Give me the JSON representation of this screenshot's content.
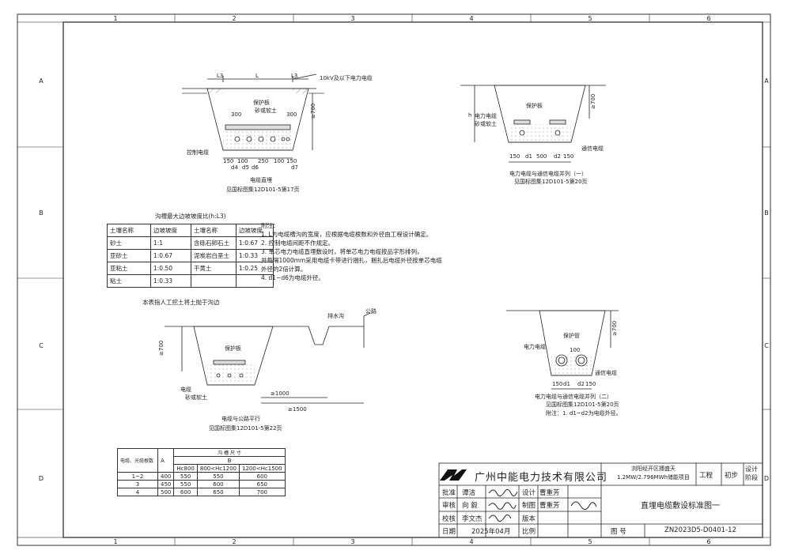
{
  "border": {
    "cols": [
      "1",
      "2",
      "3",
      "4",
      "5",
      "6"
    ],
    "rows": [
      "A",
      "B",
      "C",
      "D"
    ]
  },
  "fig1": {
    "label_top": "10kV及以下电力电缆",
    "dims_top": [
      "L3",
      "L",
      "L3"
    ],
    "labels": [
      "保护板",
      "砂或软土",
      "控制电缆"
    ],
    "depth": "≥700",
    "dims_mid": [
      "300",
      "300"
    ],
    "dims_bottom": [
      "150",
      "100",
      "250",
      "100",
      "150"
    ],
    "dia": [
      "d4",
      "d5",
      "d6",
      "d7"
    ],
    "title": "电缆直埋",
    "ref": "见国标图集12D101-5第17页"
  },
  "fig2": {
    "labels": [
      "保护板",
      "电力电缆",
      "砂或软土",
      "通信电缆"
    ],
    "h": "h",
    "depth": "≥700",
    "dims": [
      "150",
      "d1",
      "500",
      "d2",
      "150"
    ],
    "title": "电力电缆与通信电缆并列（一）",
    "ref": "见国标图集12D101-5第20页"
  },
  "slope_table": {
    "title": "沟槽最大边坡坡度比(h:L3)",
    "headers": [
      "土壤名称",
      "边坡坡度",
      "土壤名称",
      "边坡坡度"
    ],
    "rows": [
      [
        "砂土",
        "1:1",
        "含砾石卵石土",
        "1:0.67"
      ],
      [
        "亚砂土",
        "1:0.67",
        "泥炭岩白垩土",
        "1:0.33"
      ],
      [
        "亚粘土",
        "1:0.50",
        "干黄土",
        "1:0.25"
      ],
      [
        "粘土",
        "1:0.33",
        "",
        ""
      ]
    ],
    "note": "本表指人工挖土将土抛于沟边"
  },
  "notes": {
    "title": "附注：",
    "items": [
      "1. L为电缆槽沟的宽度，应根据电缆根数和外径由工程设计确定。",
      "2. 控制电缆间距不作规定。",
      "3. 单芯电力电缆直埋敷设时，将单芯电力电缆按品字形排列，",
      "   并每隔1000mm采用电缆卡带进行捆扎，捆扎后电缆外径按单芯电缆",
      "   外径的2倍计算。",
      "4. d1~d6为电缆外径。"
    ]
  },
  "fig3": {
    "labels": [
      "排水沟",
      "公路",
      "保护板",
      "电缆",
      "砂或软土"
    ],
    "depth": "≥700",
    "dims": [
      "≥1000",
      "≥1500"
    ],
    "title": "电缆与公路平行",
    "ref": "见国标图集12D101-5第22页"
  },
  "fig4": {
    "labels": [
      "保护管",
      "电力电缆",
      "通信电缆"
    ],
    "depth": "≥700",
    "dims": [
      "150",
      "d1",
      "100",
      "d2",
      "150"
    ],
    "title": "电力电缆与通信电缆并列（二）",
    "ref": "见国标图集12D101-5第20页",
    "note": "附注：1. d1~d2为电缆外径。"
  },
  "size_table": {
    "header_group": "沟 槽 尺 寸",
    "row_header": "电缆、光缆根数",
    "col_a": "A",
    "col_b": "B",
    "sub_headers": [
      "Hc800",
      "800<Hc1200",
      "1200<Hc1500"
    ],
    "rows": [
      [
        "1~2",
        "400",
        "550",
        "550",
        "600"
      ],
      [
        "3",
        "450",
        "550",
        "600",
        "650"
      ],
      [
        "4",
        "500",
        "600",
        "650",
        "700"
      ]
    ]
  },
  "title_block": {
    "company": "广州中能电力技术有限公司",
    "project": "浏阳经开区搏盛天1.2MW/2.796MWh储能项目",
    "project_label": "工程",
    "stage": "初步",
    "stage_label": "设计阶段",
    "drawing_title": "直埋电缆敷设标准图一",
    "drawing_no_label": "图  号",
    "drawing_no": "ZN2023D5-D0401-12",
    "rows": [
      {
        "k1": "批准",
        "v1": "谭洁",
        "k2": "设计",
        "v2": "曹重芳"
      },
      {
        "k1": "审核",
        "v1": "向 毅",
        "k2": "制图",
        "v2": "曹重芳"
      },
      {
        "k1": "校核",
        "v1": "李文杰",
        "k2": "版本",
        "v2": ""
      },
      {
        "k1": "日期",
        "v1": "2025年04月",
        "k2": "比例",
        "v2": ""
      }
    ]
  }
}
